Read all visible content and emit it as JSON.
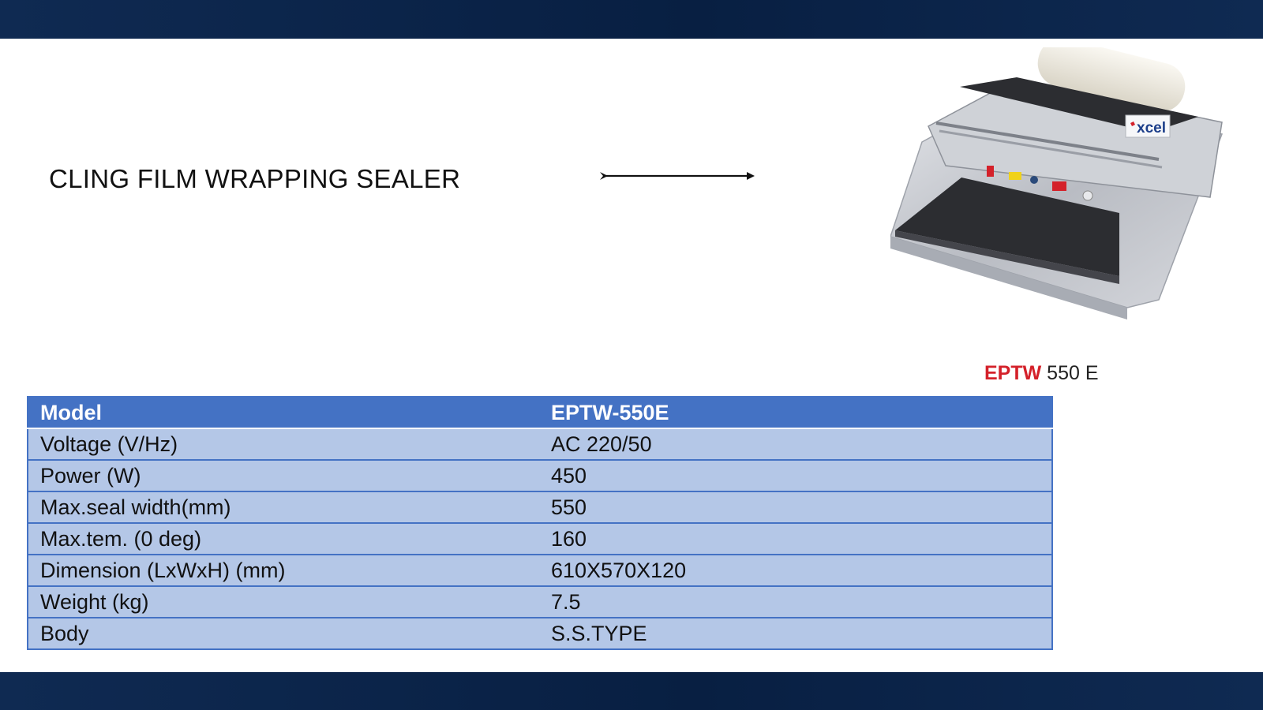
{
  "slide": {
    "title": "CLING FILM WRAPPING SEALER",
    "product_caption": {
      "brand": "EPTW",
      "number": "550 E"
    },
    "product_image": {
      "logo_text": "xcel",
      "colors": {
        "steel": "#c9ccd2",
        "dark_plate": "#2c2d31",
        "film_roll": "#f2efe6",
        "logo_star": "#d4212a"
      }
    }
  },
  "spec_table": {
    "header": [
      "Model",
      "EPTW-550E"
    ],
    "rows": [
      [
        "Voltage (V/Hz)",
        "AC 220/50"
      ],
      [
        "Power (W)",
        "450"
      ],
      [
        "Max.seal width(mm)",
        "550"
      ],
      [
        "Max.tem. (0 deg)",
        "160"
      ],
      [
        "Dimension (LxWxH) (mm)",
        "610X570X120"
      ],
      [
        "Weight (kg)",
        "7.5"
      ],
      [
        "Body",
        "S.S.TYPE"
      ]
    ]
  },
  "colors": {
    "band": "#081f42",
    "table_header": "#4472c4",
    "table_row": "#b4c7e7",
    "brand_red": "#d4212a"
  }
}
